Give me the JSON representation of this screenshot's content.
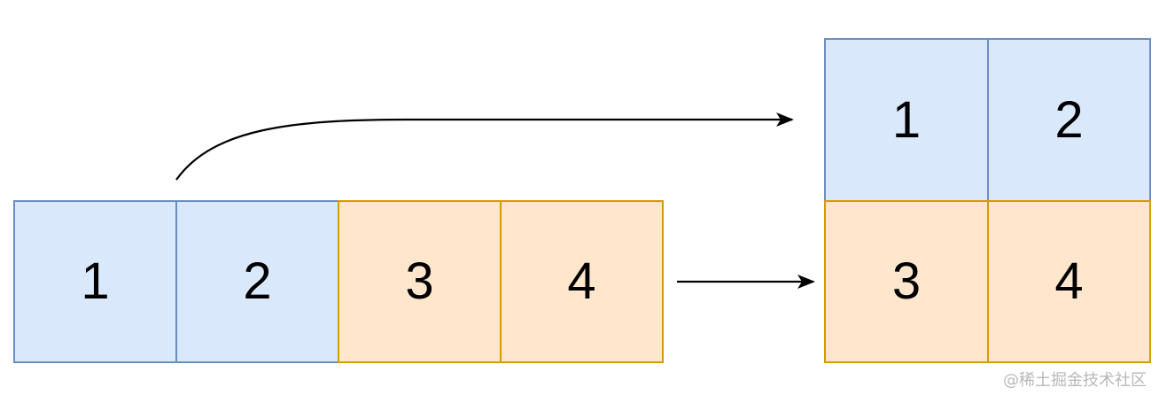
{
  "row": {
    "cells": [
      {
        "label": "1",
        "color": "#dae8fc",
        "border": "#6c8ebf"
      },
      {
        "label": "2",
        "color": "#dae8fc",
        "border": "#6c8ebf"
      },
      {
        "label": "3",
        "color": "#ffe6cc",
        "border": "#d79b00"
      },
      {
        "label": "4",
        "color": "#ffe6cc",
        "border": "#d79b00"
      }
    ]
  },
  "grid": {
    "cells": [
      {
        "label": "1",
        "color": "#dae8fc",
        "border": "#6c8ebf"
      },
      {
        "label": "2",
        "color": "#dae8fc",
        "border": "#6c8ebf"
      },
      {
        "label": "3",
        "color": "#ffe6cc",
        "border": "#d79b00"
      },
      {
        "label": "4",
        "color": "#ffe6cc",
        "border": "#d79b00"
      }
    ]
  },
  "watermark": "@稀土掘金技术社区"
}
